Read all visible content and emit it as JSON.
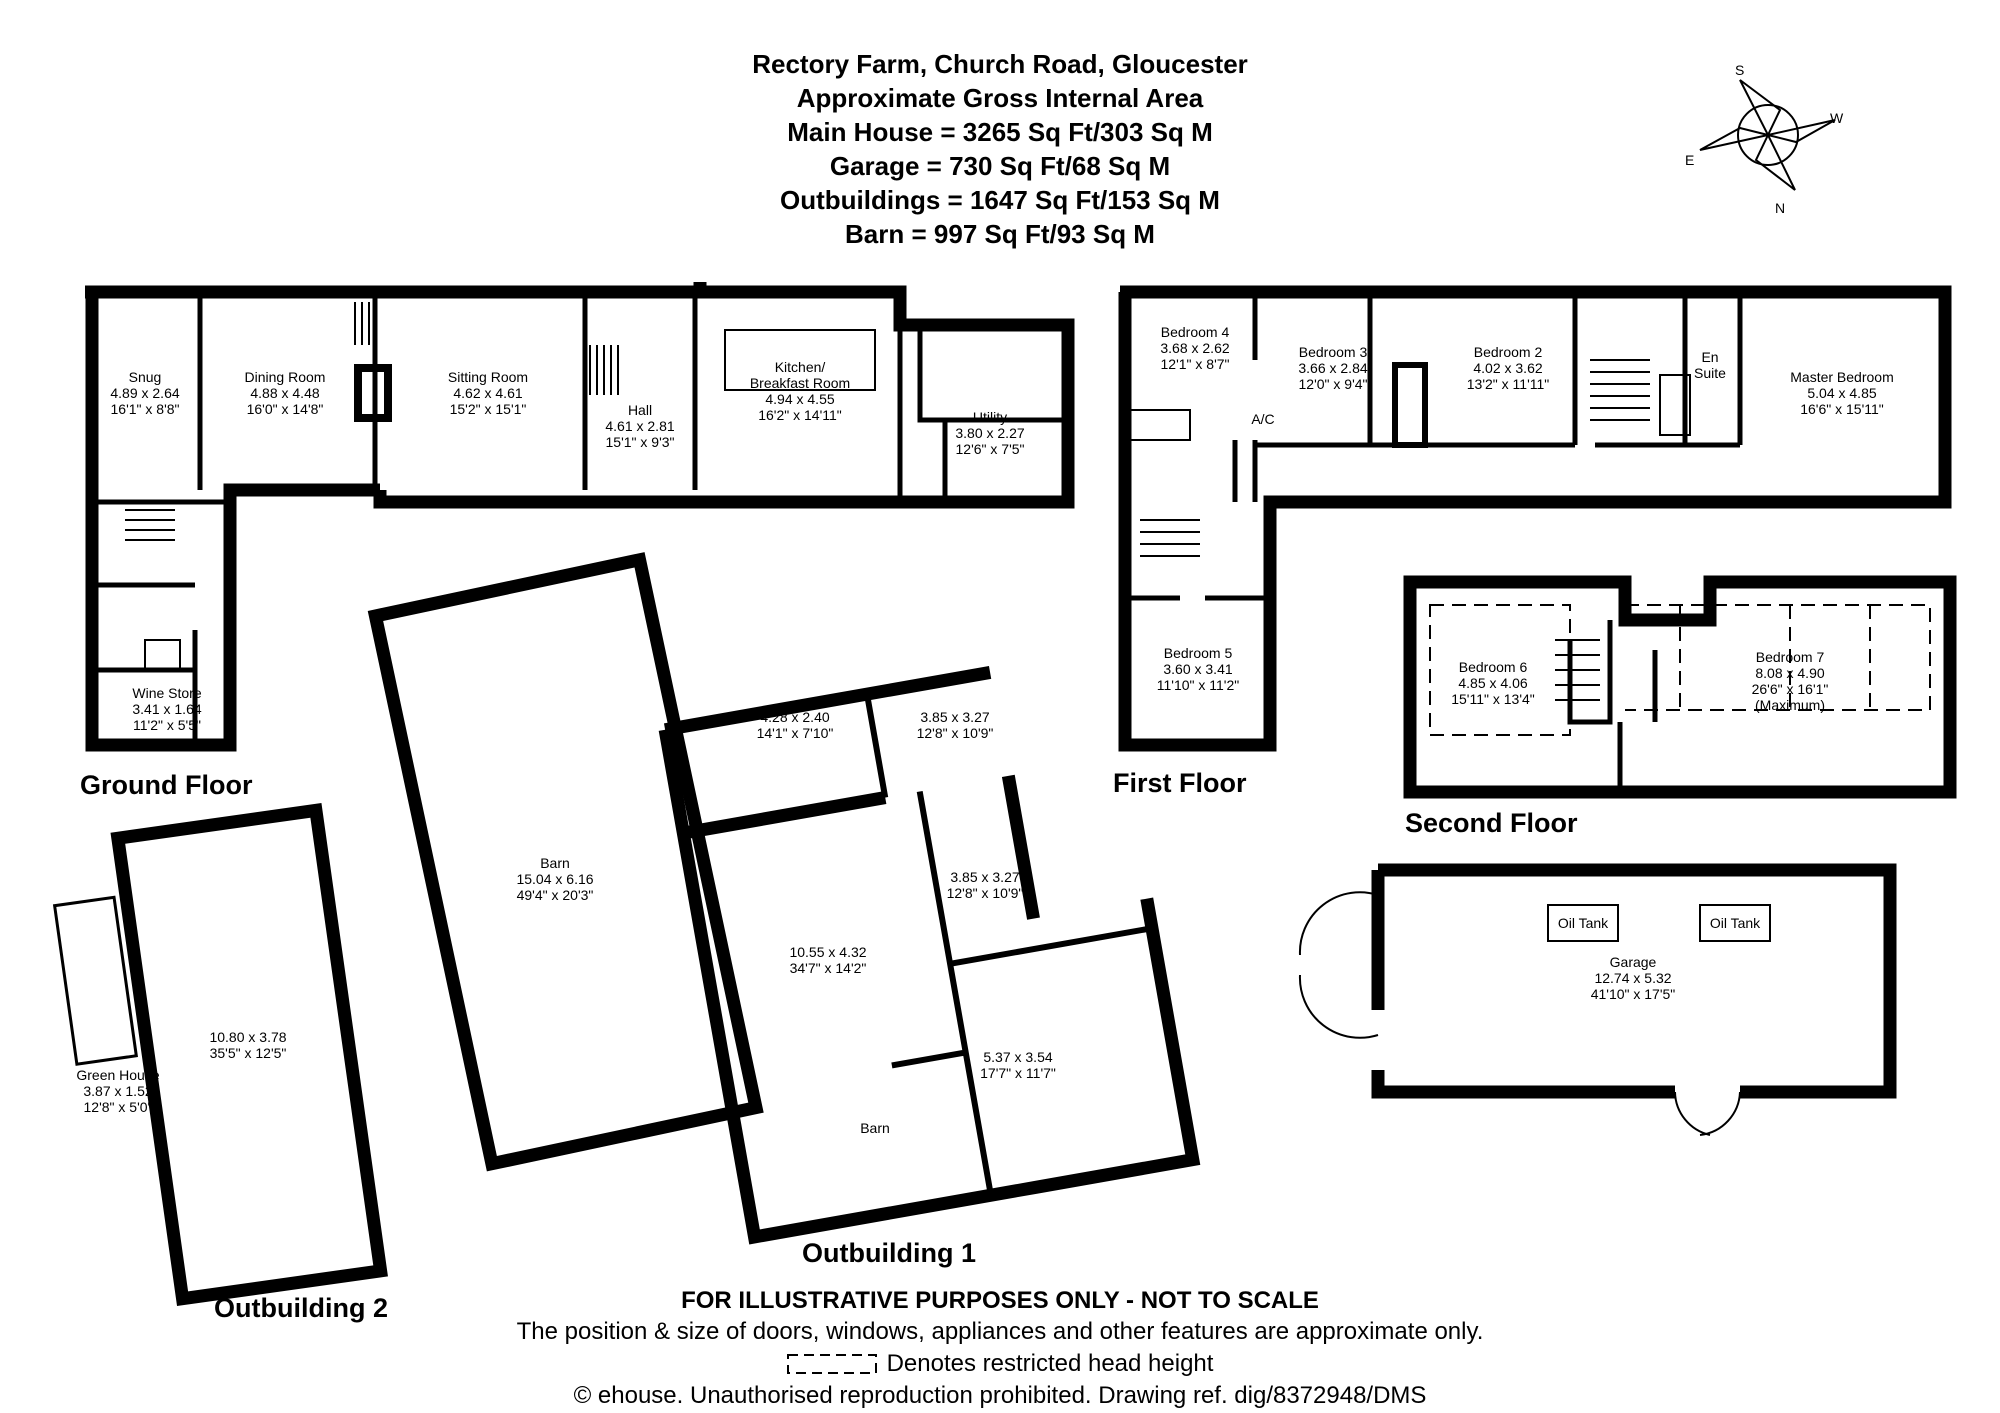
{
  "header": {
    "address": "Rectory Farm, Church Road, Gloucester",
    "subtitle": "Approximate Gross Internal Area",
    "main_house": "Main House = 3265 Sq Ft/303 Sq M",
    "garage": "Garage = 730 Sq Ft/68 Sq M",
    "outbuildings": "Outbuildings = 1647 Sq Ft/153 Sq M",
    "barn": "Barn = 997 Sq Ft/93 Sq M"
  },
  "compass": {
    "s": "S",
    "w": "W",
    "e": "E",
    "n": "N"
  },
  "floors": {
    "ground": "Ground Floor",
    "first": "First Floor",
    "second": "Second Floor",
    "outbuilding1": "Outbuilding 1",
    "outbuilding2": "Outbuilding 2"
  },
  "rooms": {
    "snug": [
      "Snug",
      "4.89 x 2.64",
      "16'1\" x 8'8\""
    ],
    "dining": [
      "Dining Room",
      "4.88 x 4.48",
      "16'0\" x 14'8\""
    ],
    "sitting": [
      "Sitting Room",
      "4.62 x 4.61",
      "15'2\" x 15'1\""
    ],
    "hall": [
      "Hall",
      "4.61 x 2.81",
      "15'1\" x 9'3\""
    ],
    "kitchen": [
      "Kitchen/",
      "Breakfast Room",
      "4.94 x 4.55",
      "16'2\" x 14'11\""
    ],
    "utility": [
      "Utility",
      "3.80 x 2.27",
      "12'6\" x 7'5\""
    ],
    "wine": [
      "Wine Store",
      "3.41 x 1.64",
      "11'2\" x 5'5\""
    ],
    "bed4": [
      "Bedroom 4",
      "3.68 x 2.62",
      "12'1\" x 8'7\""
    ],
    "bed3": [
      "Bedroom 3",
      "3.66 x 2.84",
      "12'0\" x 9'4\""
    ],
    "bed2": [
      "Bedroom 2",
      "4.02 x 3.62",
      "13'2\" x 11'11\""
    ],
    "ensuite": [
      "En",
      "Suite"
    ],
    "master": [
      "Master Bedroom",
      "5.04 x 4.85",
      "16'6\" x 15'11\""
    ],
    "ac": [
      "A/C"
    ],
    "bed5": [
      "Bedroom 5",
      "3.60 x 3.41",
      "11'10\" x 11'2\""
    ],
    "bed6": [
      "Bedroom 6",
      "4.85 x 4.06",
      "15'11\" x 13'4\""
    ],
    "bed7": [
      "Bedroom 7",
      "8.08 x 4.90",
      "26'6\" x 16'1\"",
      "(Maximum)"
    ],
    "barn": [
      "Barn",
      "15.04 x 6.16",
      "49'4\" x 20'3\""
    ],
    "ob2_main": [
      "10.80 x 3.78",
      "35'5\" x 12'5\""
    ],
    "greenhouse": [
      "Green House",
      "3.87 x 1.52",
      "12'8\" x 5'0\""
    ],
    "ob1_a": [
      "4.28 x 2.40",
      "14'1\" x 7'10\""
    ],
    "ob1_b": [
      "3.85 x 3.27",
      "12'8\" x 10'9\""
    ],
    "ob1_c": [
      "3.85 x 3.27",
      "12'8\" x 10'9\""
    ],
    "ob1_main": [
      "10.55 x 4.32",
      "34'7\" x 14'2\""
    ],
    "ob1_d": [
      "5.37 x 3.54",
      "17'7\" x 11'7\""
    ],
    "ob1_barn": [
      "Barn"
    ],
    "garage": [
      "Garage",
      "12.74 x 5.32",
      "41'10\" x 17'5\""
    ],
    "oil1": [
      "Oil Tank"
    ],
    "oil2": [
      "Oil Tank"
    ]
  },
  "footer": {
    "disclaimer": "FOR ILLUSTRATIVE PURPOSES ONLY - NOT TO SCALE",
    "note": "The position & size of doors, windows, appliances and other features are approximate only.",
    "legend": "Denotes restricted head height",
    "copyright": "© ehouse. Unauthorised reproduction prohibited. Drawing ref. dig/8372948/DMS"
  }
}
